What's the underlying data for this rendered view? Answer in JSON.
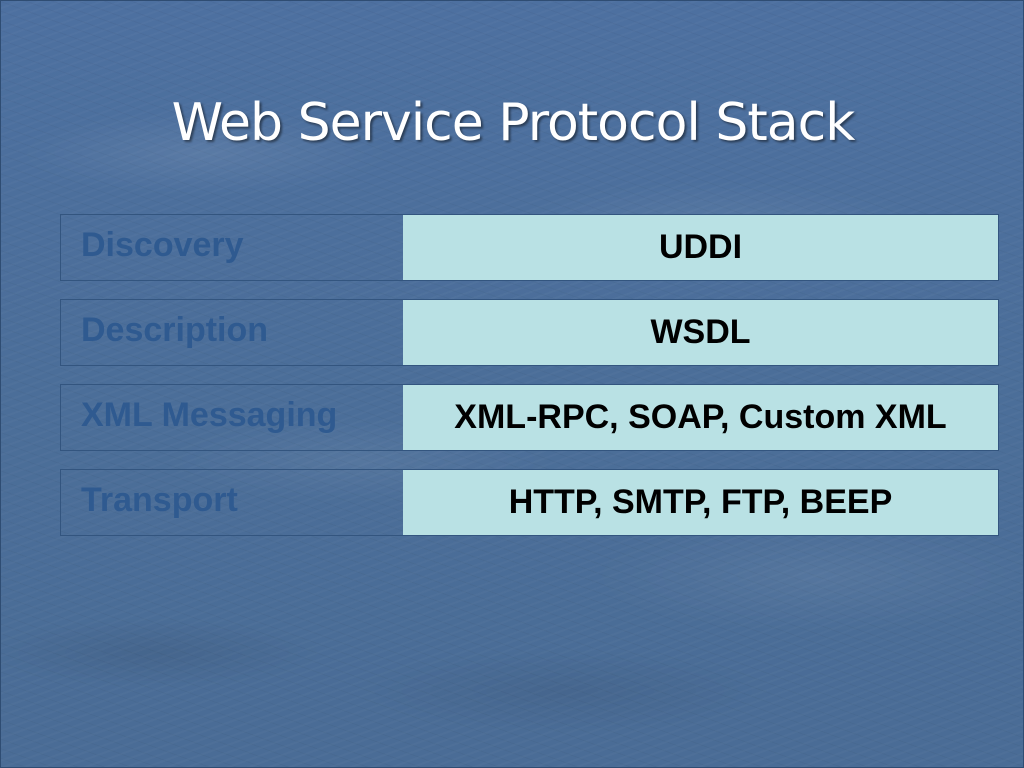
{
  "slide": {
    "title": "Web Service Protocol Stack",
    "layers": [
      {
        "name": "Discovery",
        "protocols": "UDDI"
      },
      {
        "name": "Description",
        "protocols": "WSDL"
      },
      {
        "name": "XML Messaging",
        "protocols": "XML-RPC, SOAP, Custom XML"
      },
      {
        "name": "Transport",
        "protocols": "HTTP, SMTP, FTP, BEEP"
      }
    ]
  },
  "colors": {
    "background": "#4a6d97",
    "title_text": "#ffffff",
    "layer_name_text": "#2f5a90",
    "protocol_box_fill": "#b9e1e4",
    "protocol_text": "#000000"
  }
}
